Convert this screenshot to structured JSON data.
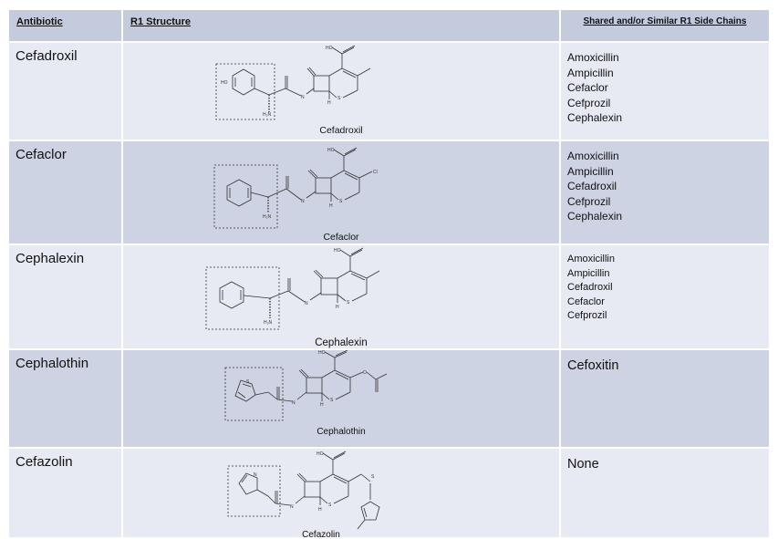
{
  "table": {
    "headers": {
      "antibiotic": "Antibiotic",
      "structure": "R1 Structure",
      "shared": "Shared and/or Similar R1 Side Chains"
    },
    "rows": [
      {
        "antibiotic": "Cefadroxil",
        "structure_label": "Cefadroxil",
        "shared": [
          "Amoxicillin",
          "Ampicillin",
          "Cefaclor",
          "Cefprozil",
          "Cephalexin"
        ]
      },
      {
        "antibiotic": "Cefaclor",
        "structure_label": "Cefaclor",
        "shared": [
          "Amoxicillin",
          "Ampicillin",
          "Cefadroxil",
          "Cefprozil",
          "Cephalexin"
        ]
      },
      {
        "antibiotic": "Cephalexin",
        "structure_label": "Cephalexin",
        "shared": [
          "Amoxicillin",
          "Ampicillin",
          "Cefadroxil",
          "Cefaclor",
          "Cefprozil"
        ]
      },
      {
        "antibiotic": "Cephalothin",
        "structure_label": "Cephalothin",
        "shared": [
          "Cefoxitin"
        ]
      },
      {
        "antibiotic": "Cefazolin",
        "structure_label": "Cefazolin",
        "shared": [
          "None"
        ]
      }
    ],
    "atom_labels": {
      "ho": "HO",
      "h2n": "H₂N",
      "n": "N",
      "h": "H",
      "s": "S",
      "cl": "Cl",
      "o": "O"
    }
  },
  "colors": {
    "header_bg": "#c3cbdd",
    "row_light": "#e7eaf2",
    "row_dark": "#cdd3e3",
    "line": "#333333"
  }
}
